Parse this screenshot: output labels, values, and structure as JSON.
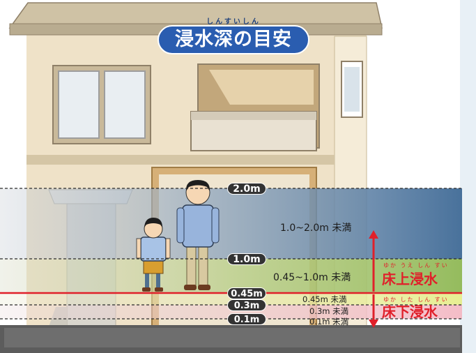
{
  "title": {
    "text": "浸水深の目安",
    "ruby": "しんすいしん"
  },
  "depth_markers": [
    {
      "label": "2.0m",
      "depth_m": 2.0
    },
    {
      "label": "1.0m",
      "depth_m": 1.0
    },
    {
      "label": "0.45m",
      "depth_m": 0.45
    },
    {
      "label": "0.3m",
      "depth_m": 0.3
    },
    {
      "label": "0.1m",
      "depth_m": 0.1
    }
  ],
  "ranges": [
    {
      "label": "1.0~2.0m 未満"
    },
    {
      "label": "0.45~1.0m 未満"
    },
    {
      "label": "0.45m 未満"
    },
    {
      "label": "0.3m 未満"
    },
    {
      "label": "0.1m 未満"
    }
  ],
  "categories": {
    "above_floor": {
      "label": "床上浸水",
      "ruby": "ゆか うえ しん すい"
    },
    "below_floor": {
      "label": "床下浸水",
      "ruby": "ゆか した しん すい"
    }
  },
  "colors": {
    "band_high": "#5d7fa3",
    "band_mid": "#a8c66c",
    "band_low": "#e8ee9b",
    "band_lowest": "#f3c9cf",
    "marker_line": "#e0202a",
    "pill": "#333333",
    "title_pill": "#2a5db0"
  }
}
